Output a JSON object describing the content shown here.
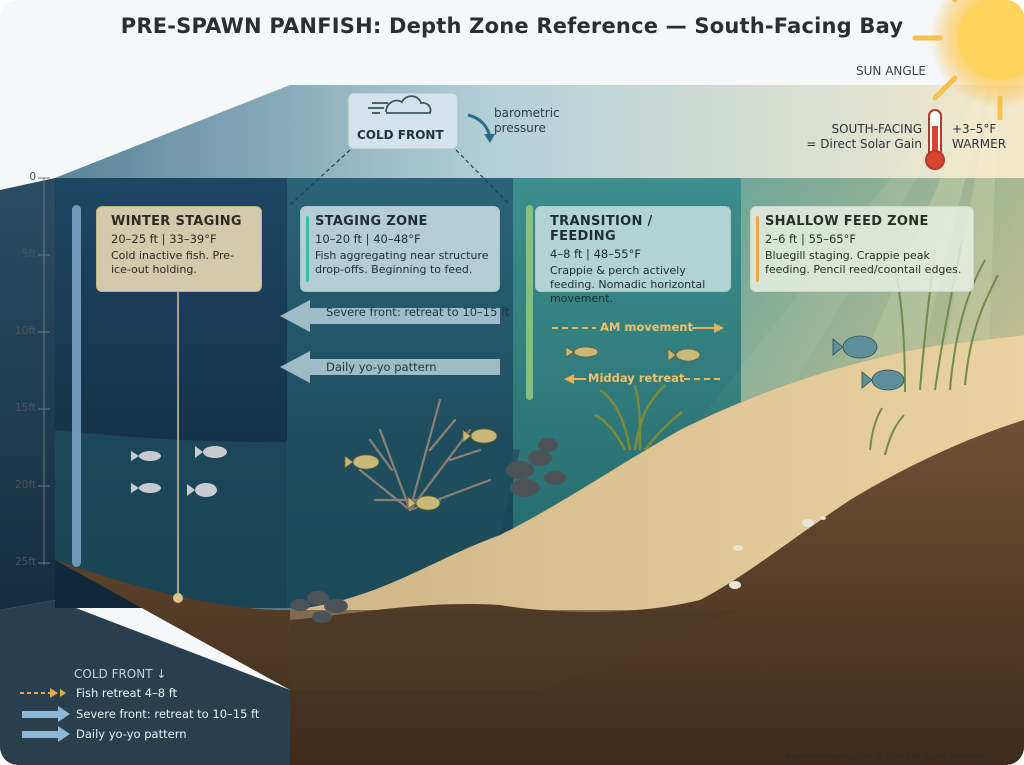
{
  "title": "PRE-SPAWN PANFISH: Depth Zone Reference — South-Facing Bay",
  "sun_label": "SUN ANGLE",
  "cold_front": {
    "label": "COLD FRONT",
    "pressure": "barometric pressure"
  },
  "solar": {
    "line1": "SOUTH-FACING",
    "line2": "= Direct Solar Gain",
    "delta": "+3–5°F",
    "warmer": "WARMER",
    "icon": "thermometer-icon"
  },
  "depth_ticks": [
    "0",
    "5ft",
    "10ft",
    "15ft",
    "20ft",
    "25ft"
  ],
  "zones": [
    {
      "title": "WINTER STAGING",
      "range": "20–25 ft | 33–39°F",
      "desc": "Cold inactive fish. Pre-ice-out holding.",
      "accent": "#7fa7c9"
    },
    {
      "title": "STAGING ZONE",
      "range": "10–20 ft | 40–48°F",
      "desc": "Fish aggregating near structure drop-offs. Beginning to feed.",
      "accent": "#3fb8a6"
    },
    {
      "title": "TRANSITION / FEEDING",
      "range": "4–8 ft | 48–55°F",
      "desc": "Crappie & perch actively feeding. Nomadic horizontal movement.",
      "accent": "#9cd07a"
    },
    {
      "title": "SHALLOW FEED ZONE",
      "range": "2–6 ft | 55–65°F",
      "desc": "Bluegill staging. Crappie peak feeding. Pencil reed/coontail edges.",
      "accent": "#e8a84a"
    }
  ],
  "arrows": {
    "severe": "Severe front: retreat to 10–15 ft",
    "yoyo": "Daily yo-yo pattern",
    "am": "AM movement",
    "midday": "Midday retreat"
  },
  "legend": {
    "heading": "COLD FRONT ↓",
    "items": [
      "Fish retreat 4–8 ft",
      "Severe front: retreat to 10–15 ft",
      "Daily yo-yo pattern"
    ]
  },
  "colors": {
    "deep": "#14354d",
    "mid": "#1f5d6e",
    "shallow": "#2f8a88",
    "sand": "#d9bd8c",
    "accent_orange": "#e8a84a"
  },
  "watermark": "masterfishingmag.com © 2026 | All Rights Reserved"
}
